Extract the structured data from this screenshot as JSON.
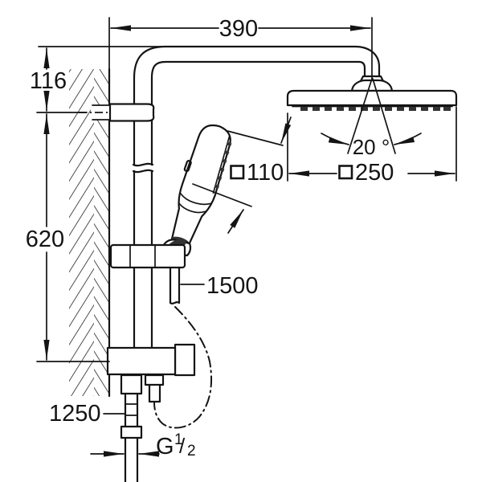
{
  "drawing": {
    "title": "shower-system-dimensional-drawing",
    "dimensions": {
      "arm_projection": "390",
      "arm_to_bracket": "116",
      "bracket_to_valve": "620",
      "head_swivel_angle": "20 °",
      "hand_shower_face": "110",
      "head_shower_face": "250",
      "hose_length": "1500",
      "lower_hose_length": "1250",
      "thread_letter": "G",
      "thread_numerator": "1",
      "thread_slash": "/",
      "thread_denominator": "2"
    },
    "colors": {
      "line": "#141414",
      "background": "#ffffff"
    }
  }
}
